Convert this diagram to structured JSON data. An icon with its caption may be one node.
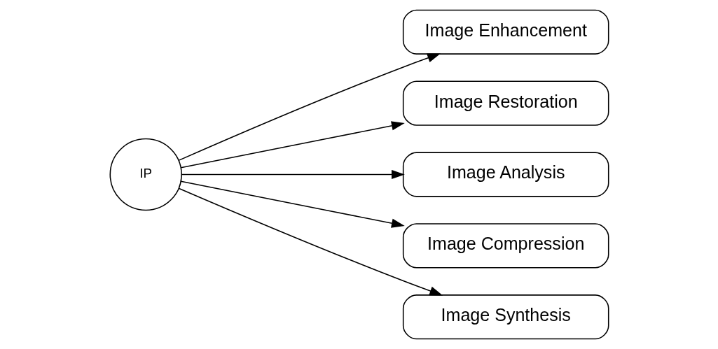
{
  "diagram": {
    "nodes": [
      {
        "text": [
          "IP"
        ]
      },
      {
        "text": [
          "Image Enhancement"
        ]
      },
      {
        "text": [
          "Image Restoration"
        ]
      },
      {
        "text": [
          "Image Analysis"
        ]
      },
      {
        "text": [
          "Image Compression"
        ]
      },
      {
        "text": [
          "Image Synthesis"
        ]
      }
    ],
    "edges": [
      {
        "from": 0,
        "to": 1,
        "arrow": "to"
      },
      {
        "from": 0,
        "to": 2,
        "arrow": "to"
      },
      {
        "from": 0,
        "to": 3,
        "arrow": "to"
      },
      {
        "from": 0,
        "to": 4,
        "arrow": "to"
      },
      {
        "from": 0,
        "to": 5,
        "arrow": "to"
      }
    ]
  }
}
